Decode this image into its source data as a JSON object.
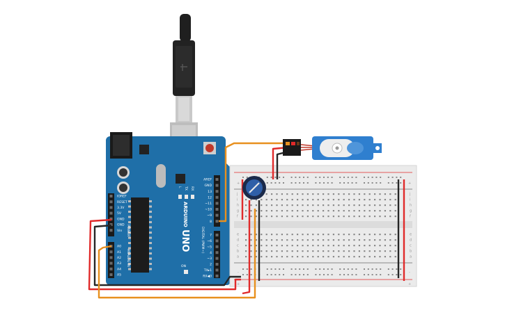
{
  "board": {
    "brand": "ARDUINO",
    "model": "UNO",
    "power_header_title": "POWER",
    "analog_header_title": "ANALOG IN",
    "digital_header_title": "DIGITAL (PWM~)",
    "power_pins": [
      "IOREF",
      "RESET",
      "3.3V",
      "5V",
      "GND",
      "GND",
      "Vin"
    ],
    "analog_pins": [
      "A0",
      "A1",
      "A2",
      "A3",
      "A4",
      "A5"
    ],
    "digital_pins_top": [
      "AREF",
      "GND",
      "13",
      "12",
      "~11",
      "~10",
      "~9",
      "8"
    ],
    "digital_pins_bottom": [
      "7",
      "~6",
      "~5",
      "4",
      "~3",
      "2",
      "TX▸1",
      "RX◀0"
    ],
    "led_labels": [
      "L",
      "TX",
      "RX"
    ],
    "on_label": "ON"
  },
  "breadboard": {
    "row_letters_top": [
      "j",
      "i",
      "h",
      "g",
      "f"
    ],
    "row_letters_bottom": [
      "e",
      "d",
      "c",
      "b",
      "a"
    ],
    "rail_plus": "+",
    "rail_minus": "-"
  },
  "colors": {
    "board": "#1f6fa8",
    "wire_red": "#e02a2a",
    "wire_black": "#262626",
    "wire_orange": "#e8901e",
    "servo": "#2f7fcf"
  },
  "icons": [
    "usb-cable-icon",
    "servo-motor-icon",
    "potentiometer-icon",
    "reset-button-icon",
    "power-jack-icon"
  ]
}
